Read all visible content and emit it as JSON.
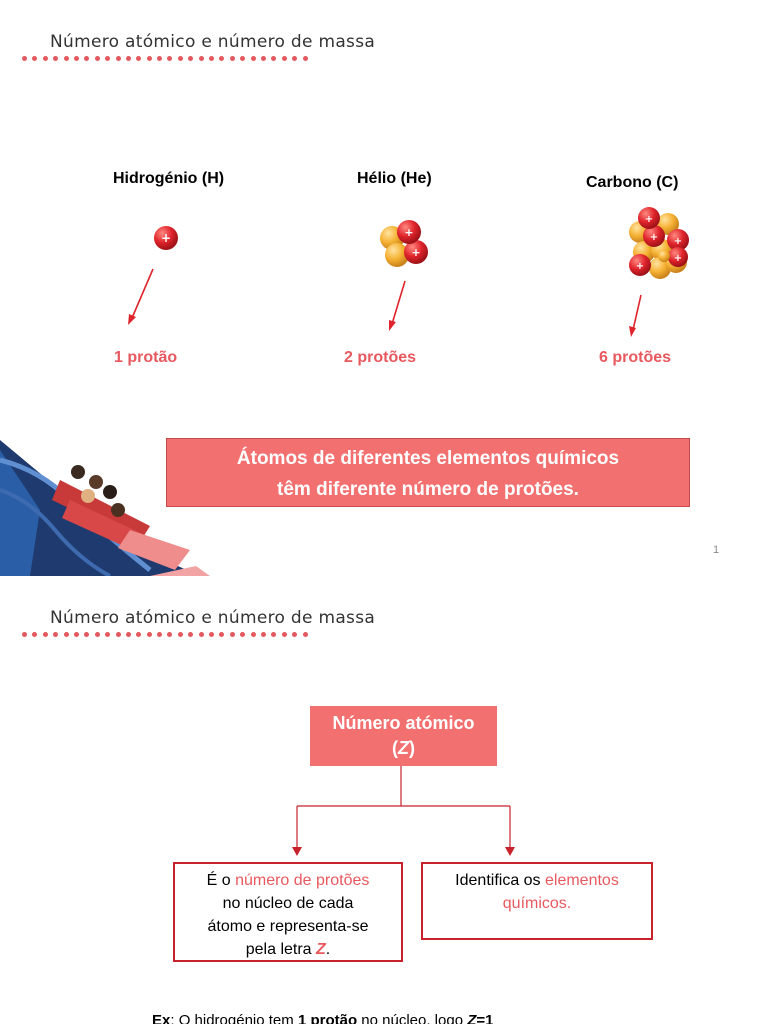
{
  "slide1": {
    "title": "Número atómico e número de massa",
    "elements": [
      {
        "name": "Hidrogénio (H)",
        "count": "1 protão"
      },
      {
        "name": "Hélio (He)",
        "count": "2 protões"
      },
      {
        "name": "Carbono (C)",
        "count": "6 protões"
      }
    ],
    "callout_line1": "Átomos de diferentes elementos químicos",
    "callout_line2": "têm diferente número de protões.",
    "page_number": "1"
  },
  "slide2": {
    "title": "Número atómico e número de massa",
    "concept_label": "Número atómico",
    "concept_symbol": "Z",
    "left_box": {
      "t1": "É o ",
      "hl": "número de protões",
      "t2": "no núcleo de cada",
      "t3": "átomo e representa-se",
      "t4": "pela letra ",
      "z": "Z",
      "t5": "."
    },
    "right_box": {
      "t1": "Identifica os ",
      "hl1": "elementos",
      "hl2": "químicos."
    },
    "example": {
      "ex": "Ex",
      "t1": ": O hidrogénio tem ",
      "bold": "1 protão",
      "t2": " no núcleo, logo ",
      "z": "Z",
      "t3": "=1"
    }
  },
  "colors": {
    "accent": "#f27170",
    "highlight_text": "#e8595f",
    "border": "#c8232c",
    "proton": "#d9272e",
    "neutron": "#f5b133"
  }
}
